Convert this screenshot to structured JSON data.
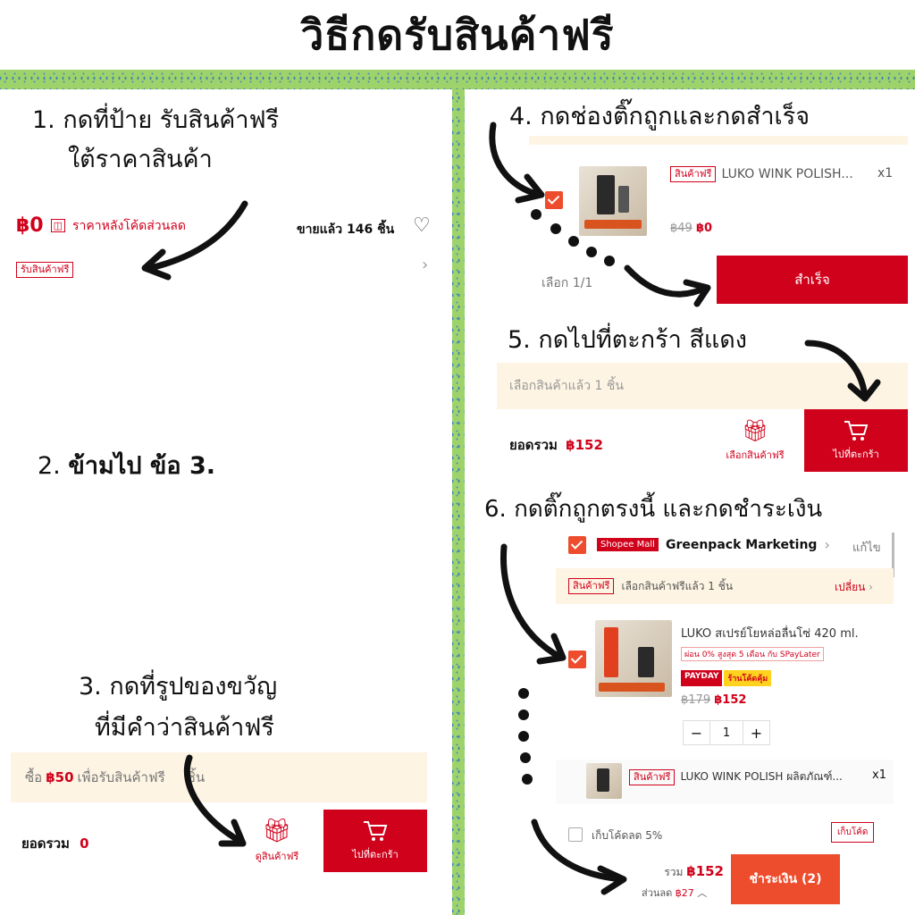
{
  "title": "วิธีกดรับสินค้าฟรี",
  "left": {
    "step1_line1": "1.  กดที่ป้าย รับสินค้าฟรี",
    "step1_line2": "ใต้ราคาสินค้า",
    "price": "฿0",
    "price_note": "ราคาหลังโค้ดส่วนลด",
    "sold": "ขายแล้ว 146 ชิ้น",
    "free_tag": "รับสินค้าฟรี",
    "step2_prefix": "2.",
    "step2_bold": "ข้ามไป ข้อ 3.",
    "step3_line1": "3. กดที่รูปของขวัญ",
    "step3_line2": "ที่มีคำว่าสินค้าฟรี",
    "buy_banner_prefix": "ซื้อ",
    "buy_banner_amount": "฿50",
    "buy_banner_rest": "เพื่อรับสินค้าฟรี",
    "buy_banner_suffix": "ชิ้น",
    "total_label": "ยอดรวม",
    "total_value": "0",
    "gift_label": "ดูสินค้าฟรี",
    "cart_label": "ไปที่ตะกร้า"
  },
  "right": {
    "step4": "4. กดช่องติ๊กถูกและกดสำเร็จ",
    "free_badge": "สินค้าฟรี",
    "product1_name": "LUKO WINK POLISH...",
    "product1_qty": "x1",
    "product1_old_price": "฿49",
    "product1_price": "฿0",
    "select_count": "เลือก 1/1",
    "done_button": "สำเร็จ",
    "step5": "5. กดไปที่ตะกร้า สีแดง",
    "selected_banner": "เลือกสินค้าแล้ว 1 ชิ้น",
    "total_label": "ยอดรวม",
    "total_value": "฿152",
    "gift_label": "เลือกสินค้าฟรี",
    "cart_label": "ไปที่ตะกร้า",
    "step6": "6. กดติ๊กถูกตรงนี้ และกดชำระเงิน",
    "mall_badge": "Shopee Mall",
    "shop_name": "Greenpack Marketing",
    "edit_label": "แก้ไข",
    "free_selected_note": "เลือกสินค้าฟรีแล้ว 1 ชิ้น",
    "change_label": "เปลี่ยน",
    "product2_name": "LUKO สเปรย์โยหล่อลื่นโซ่ 420 ml.",
    "installment": "ผ่อน 0% สูงสุด 5 เดือน กับ SPayLater",
    "payday": "PAYDAY",
    "promo": "ร้านโค้ดคุ้ม",
    "product2_old_price": "฿179",
    "product2_price": "฿152",
    "qty_minus": "−",
    "qty_value": "1",
    "qty_plus": "+",
    "product3_name": "LUKO WINK POLISH  ผลิตภัณฑ์...",
    "product3_qty": "x1",
    "voucher_label": "เก็บโค้ดลด 5%",
    "voucher_button": "เก็บโค้ด",
    "sum_label": "รวม",
    "sum_value": "฿152",
    "discount_label": "ส่วนลด",
    "discount_value": "฿27",
    "checkout_button": "ชำระเงิน (2)"
  },
  "colors": {
    "shopee_red": "#d0011b",
    "shopee_orange": "#ee4d2d",
    "border_green": "#9ed36b",
    "banner_cream": "#fdf4e3"
  }
}
